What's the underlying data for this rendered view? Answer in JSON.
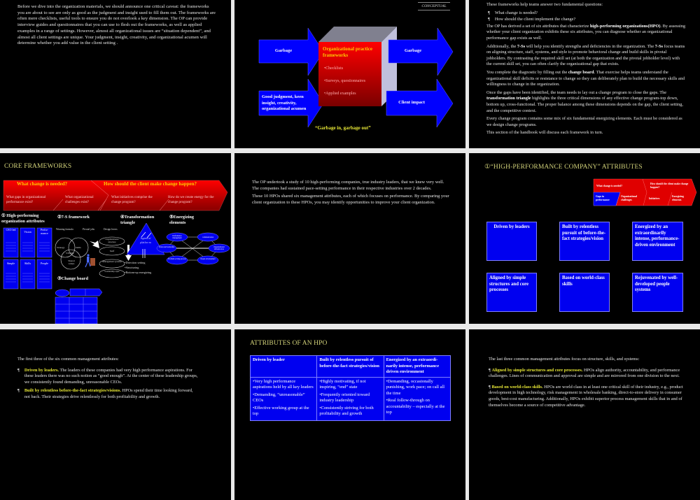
{
  "slide1": {
    "text": "Before we dive into the organization materials, we should announce one critical caveat: the frameworks you are about to see are only as good as the judgment and insight used to fill them out. The frameworks are often mere checklists, useful tools to ensure you do not overlook a key dimension. The OP can provide interview guides and questionnaires that you can use to flesh out the frameworks, as well as applied examples in a range of settings. However, almost all organizational issues are “situation dependent”, and almost all client settings are unique. Your judgment, insight, creativity, and organizational acumen will determine whether you add value in the  client setting ."
  },
  "slide2": {
    "tag": "CONCEPTUAL",
    "arrow_in_top": "Garbage",
    "arrow_in_bottom": "Good judgment, keen insight, creativity, organizational acumen",
    "arrow_out_top": "Garbage",
    "arrow_out_bottom": "Client impact",
    "box_title": "Organizational practice frameworks",
    "box_items": [
      "•Checklists",
      "•Surveys, questionnaires",
      "•Applied examples"
    ],
    "caption": "“Garbage in, garbage out”",
    "colors": {
      "arrow": "#0000ff",
      "box": "#ff0000",
      "box_title": "#ffcc00",
      "caption": "#e8e836"
    }
  },
  "slide3": {
    "intro": "These frameworks help teams answer two fundamental questions:",
    "bullet_mark": "¶",
    "questions": [
      "What change is needed?",
      "How should the client implement the change?"
    ],
    "p1": [
      "The OP has derived a set of six attributes that characterize ",
      "high-performing organizations(HPO)",
      ". By assessing whether your client organization exhibits these six attributes, you can diagnose whether an organizational performance gap exists as well."
    ],
    "p2": [
      "Additionally, the ",
      "7-Ss",
      " will help you identify strengths and deficiencies in the organization. The ",
      "7-Ss",
      " focus teams on aligning structure, staff, systems, and style to promote behavioral change and build skills in pivotal jobholders. By contrasting the required skill set (at both the organization and the pivotal jobholder level) with the current skill set, you can often clarify the organizational gap that exists."
    ],
    "p3": [
      "You complete the diagnostic by filling out the ",
      "change board",
      ". That exercise helps teams understand the organizational skill deficits or resistance to change so they can deliberately plan to build the necessary skills and willingness to change in the organization."
    ],
    "p4": [
      "Once the gaps have been identified, the team needs to lay out a change program to close the gaps. The ",
      "transformation triangle",
      " highlights the three critical dimensions of any effective change program-top down, bottom up, cross-functional. The proper balance among these dimensions depends on the gap, the client setting, and the competitive context."
    ],
    "p5": "Every change program contains some mix of six fundamental energizing elements. Each must be considered as we design change programs.",
    "p6": "This section of the handbook will discuss each framework in turn."
  },
  "slide4": {
    "title": "CORE FRAMEWORKS",
    "banner_left": "What change is needed?",
    "banner_right": "How should the client make change happen?",
    "banner_sub": [
      "What gaps in organizational performance exist?",
      "What organizational challenges exist?",
      "What initiatives comprise the change program?",
      "How do we create energy for the change program?"
    ],
    "f1": "① High-performing organization attributes",
    "f2": "②7-S framework",
    "f3": "③Change board",
    "f4": "④Transformation triangle",
    "f5": "⑤Energizing elements",
    "hpo_boxes": [
      "CEO led",
      "Vision",
      "Perfor-mance",
      "Simple",
      "Skills",
      "People"
    ],
    "sevens_headers": [
      "Winning formula",
      "Pivotal jobs",
      "Design levers"
    ],
    "sevens_circles": [
      "Strategy",
      "Skills",
      "VISION",
      "Shared values"
    ],
    "sevens_levers": [
      "Organizational structure",
      "Staff",
      "Management systems",
      "Leadership style"
    ],
    "triangle_label": "Agend a/ platfor m",
    "triangle_bullets": [
      "•Direction setting",
      "•Structuring",
      "•Bottom-up energizing"
    ],
    "energizing": [
      "Performance management",
      "communication",
      "Vision and leadership",
      "Organizational infrastructure",
      "Problem solving process",
      "People development"
    ]
  },
  "slide5": {
    "p1": "The OP undertook a study of 10 high-performing companies, true industry leaders, that we knew very well. The companies had sustained pace-setting performance in their respective industries over 2 decades.",
    "p2": "These 10 HPOs shared six management attributes, each of which focuses on performance. By comparing your client organization to these HPOs, you may identify opportunities to improve your client organization."
  },
  "slide6": {
    "title": "①“HIGH-PERFORMANCE COMPANY” ATTRIBUTES",
    "mini_banner": {
      "left": "What change is needed?",
      "right": "How should the client make change happen?",
      "steps": [
        "Gaps in performance",
        "Organizational challenges",
        "Initiatives",
        "Energizing elements"
      ],
      "active_step": "Gaps in performance"
    },
    "boxes": [
      "Driven by leaders",
      "Built by relentless pursuit of before-the-fact strategies/vision",
      "Energized by an extraordinarily intense, performance-driven environment",
      "Aligned by simple structures and core processes",
      "Based on world-class skills",
      "Rejuvenated by well-developed people systems"
    ]
  },
  "slide7": {
    "intro": "The first three of the six common management attributes:",
    "bullet_mark": "¶",
    "items": [
      {
        "head": "Driven by leaders.",
        "body": " The leaders of these companies had very high performance aspirations. For these leaders there was no such notion as “good enough”. At the center of these leadership groups, we consistently found demanding, unreasonable CEOs."
      },
      {
        "head": "Built by relentless before-the-fact strategies/visions.",
        "body": " HPOs spend their time looking forward, not back. Their strategies drive relentlessly for both profitability and growth."
      }
    ]
  },
  "slide8": {
    "title": "ATTRIBUTES OF AN HPO",
    "columns": [
      {
        "header": "Driven by leader",
        "items": [
          "•Very high performance aspirations held by all key leaders",
          "•Demanding, “unreasonable” CEOs",
          "•Effective working group at the top"
        ]
      },
      {
        "header": "Built by relentless pursuit of before-the-fact strategies/vision",
        "items": [
          "•Highly motivating, if not inspiring, “end” state",
          "•Frequently oriented toward industry leadership",
          "•Consistently striving for both profitability and growth"
        ]
      },
      {
        "header": "Energized by an extraordi-narily intense, performance driven environment",
        "items": [
          "•Demanding, occasionally punishing, work pace; on call all the time",
          "•Real follow-through on accountability – especially at the top"
        ]
      }
    ]
  },
  "slide9": {
    "intro": "The last three common management attributes focus on structure, skills, and systems:",
    "bullet_mark": "¶",
    "items": [
      {
        "head": "Aligned by simple structures and core processes.",
        "body": " HPOs align authority, accountability, and performance challenges. Lines of communication and approval are simple and are mirrored from one division to the next."
      },
      {
        "head": "Based on world-class skills.",
        "body": " HPOs are world class in at least one critical skill of their industry, e.g., product development in high technology, risk management in wholesale banking, direct-to-store delivery in consumer goods, best-cost manufacturing. Additionally, HPOs exhibit superior process management skills that in and of themselves become a source of competitive advantage."
      }
    ]
  }
}
